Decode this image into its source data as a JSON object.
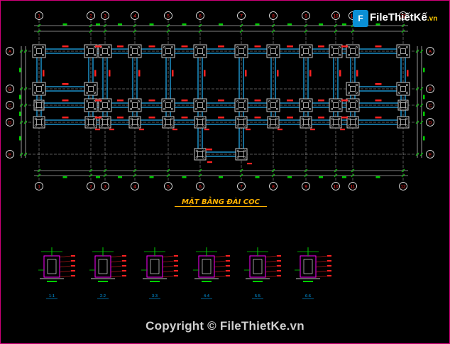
{
  "logo": {
    "icon": "F",
    "name": "FileThiếtKế",
    "tld": ".vn"
  },
  "drawing": {
    "title": "MẶT BẰNG ĐÀI CỌC",
    "axis_top": [
      "1",
      "2",
      "3",
      "4",
      "5",
      "6",
      "7",
      "8",
      "9",
      "10",
      "11",
      "12"
    ],
    "axis_bottom": [
      "1",
      "2",
      "3",
      "4",
      "5",
      "6",
      "7",
      "8",
      "9",
      "10",
      "11",
      "12"
    ],
    "axis_side": [
      "A",
      "B",
      "C",
      "D",
      "E"
    ],
    "sections": [
      "1-1",
      "2-2",
      "3-3",
      "4-4",
      "5-5",
      "6-6"
    ]
  },
  "footer": {
    "copyright": "Copyright © FileThietKe.vn"
  },
  "colors": {
    "background": "#000000",
    "beam": "#1e9bd6",
    "column": "#c8c8c8",
    "axis_line": "#ffffff",
    "label_red": "#ff2222",
    "accent_green": "#00d000",
    "section_magenta": "#ff00ff",
    "title_orange": "#ffb200",
    "section_label": "#00aaff"
  }
}
